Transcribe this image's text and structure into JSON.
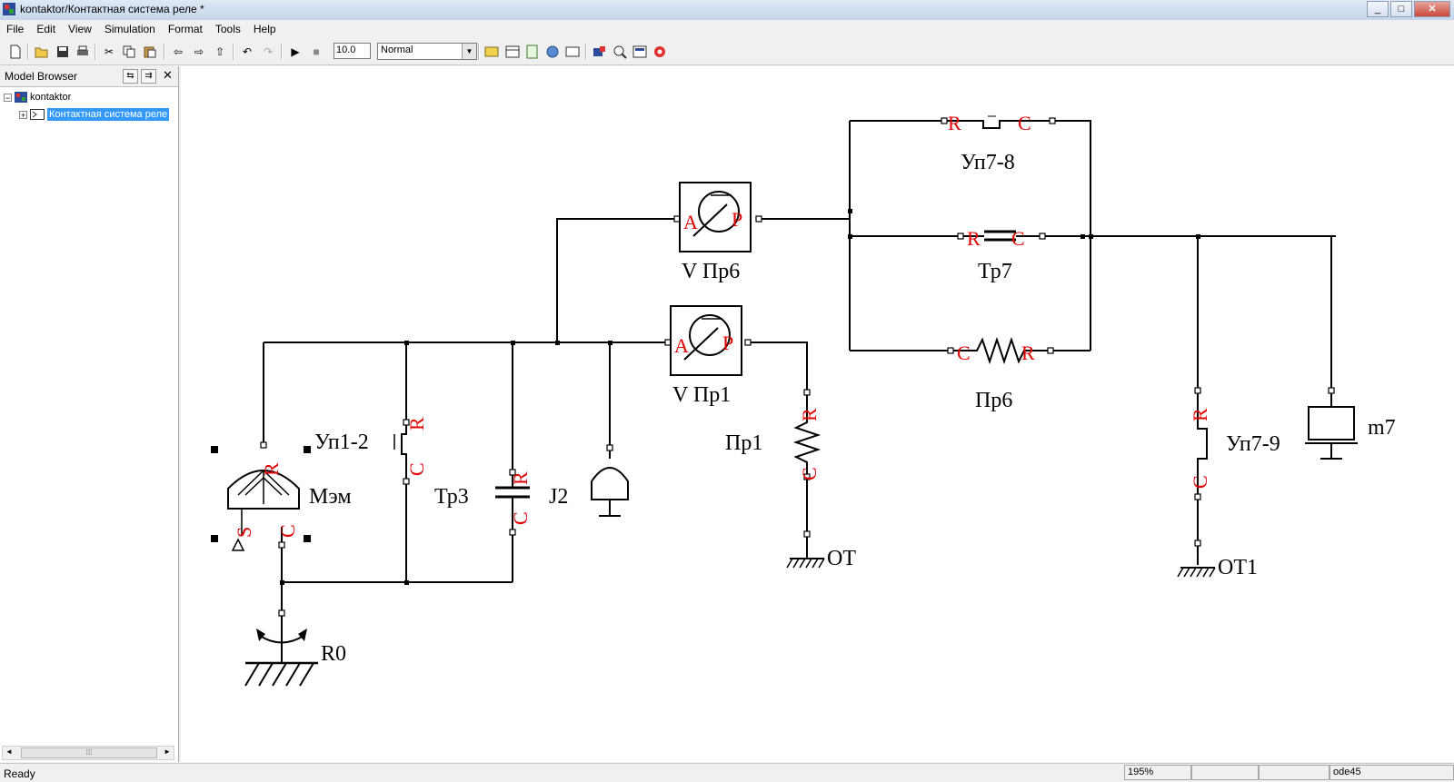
{
  "window": {
    "title": "kontaktor/Контактная система реле *"
  },
  "menu": [
    "File",
    "Edit",
    "View",
    "Simulation",
    "Format",
    "Tools",
    "Help"
  ],
  "toolbar": {
    "stop_time": "10.0",
    "sim_mode": "Normal"
  },
  "browser": {
    "title": "Model Browser",
    "root": "kontaktor",
    "child": "Контактная система реле"
  },
  "diagram": {
    "labels": {
      "up78": "Уп7-8",
      "vpr6": "V Пр6",
      "tr7": "Тр7",
      "pr6": "Пр6",
      "vpr1": "V Пр1",
      "up12": "Уп1-2",
      "mem": "Мэм",
      "tr3": "Тр3",
      "j2": "J2",
      "pr1": "Пр1",
      "ot": "OT",
      "up79": "Уп7-9",
      "m7": "m7",
      "ot1": "OT1",
      "r0": "R0"
    },
    "ports": {
      "R": "R",
      "C": "C",
      "A": "A",
      "P": "P",
      "S": "S"
    }
  },
  "status": {
    "left": "Ready",
    "zoom": "195%",
    "solver": "ode45"
  }
}
